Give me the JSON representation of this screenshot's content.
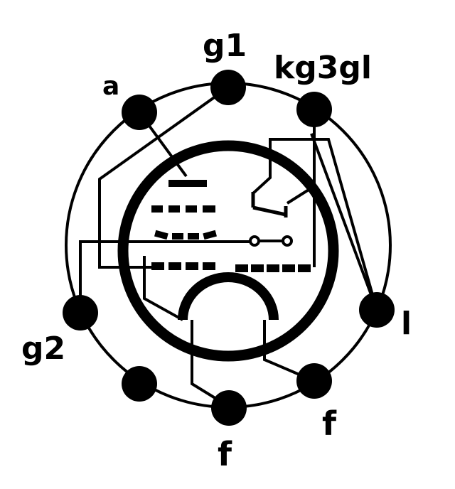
{
  "diagram": {
    "title": "",
    "colors": {
      "ink": "#000000",
      "paper": "#ffffff"
    },
    "pins": {
      "a": "a",
      "g1": "g1",
      "kg3gl": "kg3gl",
      "l": "l",
      "g2": "g2",
      "f_bottom": "f",
      "f_right": "f"
    }
  }
}
